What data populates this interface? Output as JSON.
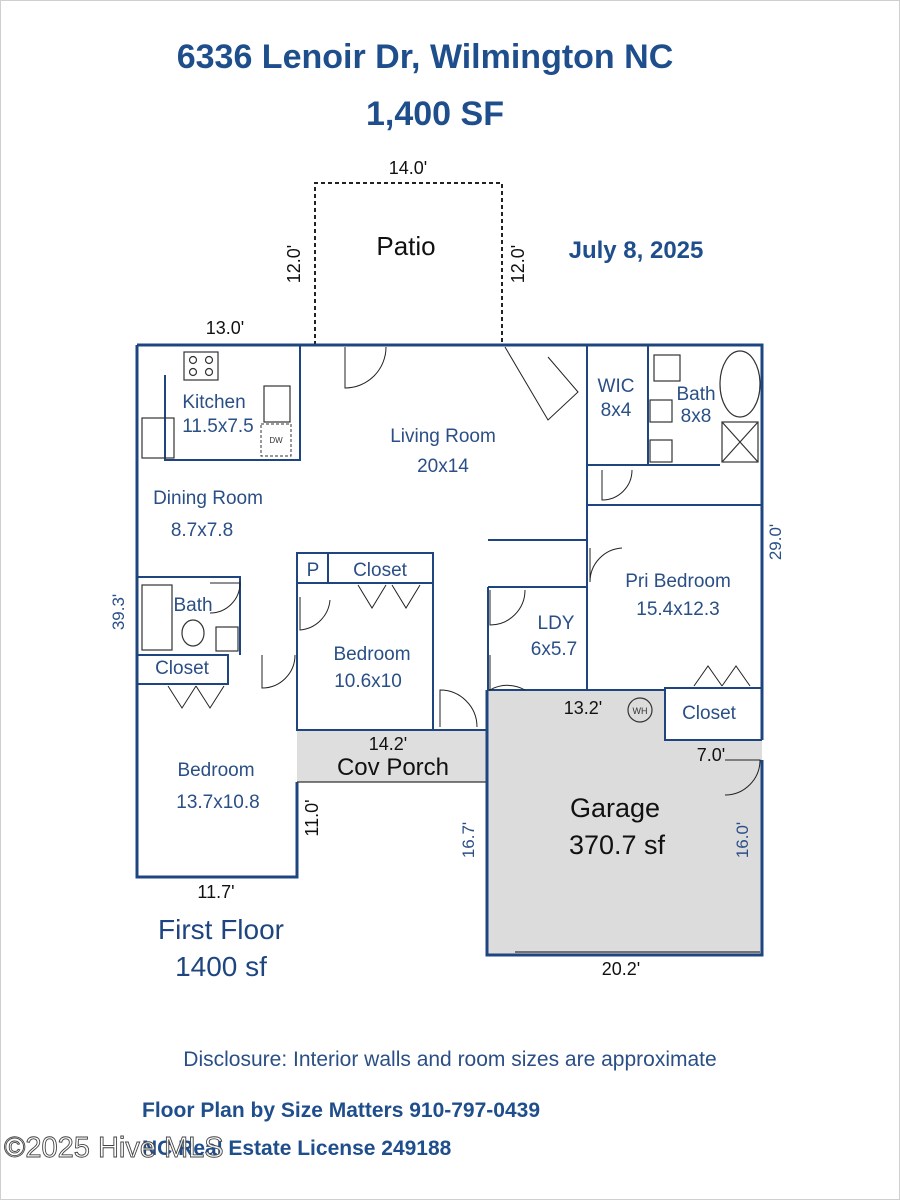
{
  "header": {
    "address": "6336 Lenoir Dr, Wilmington NC",
    "area": "1,400 SF",
    "date": "July 8, 2025"
  },
  "rooms": {
    "patio": {
      "name": "Patio"
    },
    "kitchen": {
      "name": "Kitchen",
      "size": "11.5x7.5"
    },
    "living": {
      "name": "Living Room",
      "size": "20x14"
    },
    "dining": {
      "name": "Dining Room",
      "size": "8.7x7.8"
    },
    "wic": {
      "name": "WIC",
      "size": "8x4"
    },
    "bath_primary": {
      "name": "Bath",
      "size": "8x8"
    },
    "pri_bedroom": {
      "name": "Pri Bedroom",
      "size": "15.4x12.3"
    },
    "pantry": {
      "name": "P"
    },
    "closet_hall": {
      "name": "Closet"
    },
    "bath_hall": {
      "name": "Bath"
    },
    "closet_bed": {
      "name": "Closet"
    },
    "bedroom_mid": {
      "name": "Bedroom",
      "size": "10.6x10"
    },
    "laundry": {
      "name": "LDY",
      "size": "6x5.7"
    },
    "closet_pri": {
      "name": "Closet"
    },
    "cov_porch": {
      "name": "Cov Porch"
    },
    "bedroom_front": {
      "name": "Bedroom",
      "size": "13.7x10.8"
    },
    "garage": {
      "name": "Garage",
      "size": "370.7 sf"
    },
    "water_heater": {
      "label": "WH"
    },
    "dishwasher": {
      "label": "DW"
    }
  },
  "dimensions": {
    "patio_width": "14.0'",
    "patio_left": "12.0'",
    "patio_right": "12.0'",
    "top_left": "13.0'",
    "left_side": "39.3'",
    "right_side": "29.0'",
    "garage_top": "13.2'",
    "garage_notch": "7.0'",
    "garage_right": "16.0'",
    "garage_left": "16.7'",
    "garage_bottom": "20.2'",
    "porch_width": "14.2'",
    "porch_depth": "11.0'",
    "bottom_left": "11.7'"
  },
  "floor": {
    "label": "First Floor",
    "area": "1400 sf"
  },
  "footer": {
    "disclosure": "Disclosure: Interior walls and room sizes are approximate",
    "credit": "Floor Plan by Size Matters 910-797-0439",
    "license": "NC Real Estate License 249188",
    "watermark": "©2025 Hive MLS"
  },
  "colors": {
    "title": "#1f4e8c",
    "wall": "#1f4580",
    "garage_fill": "#dcdcdc",
    "porch_fill": "#dedede"
  }
}
